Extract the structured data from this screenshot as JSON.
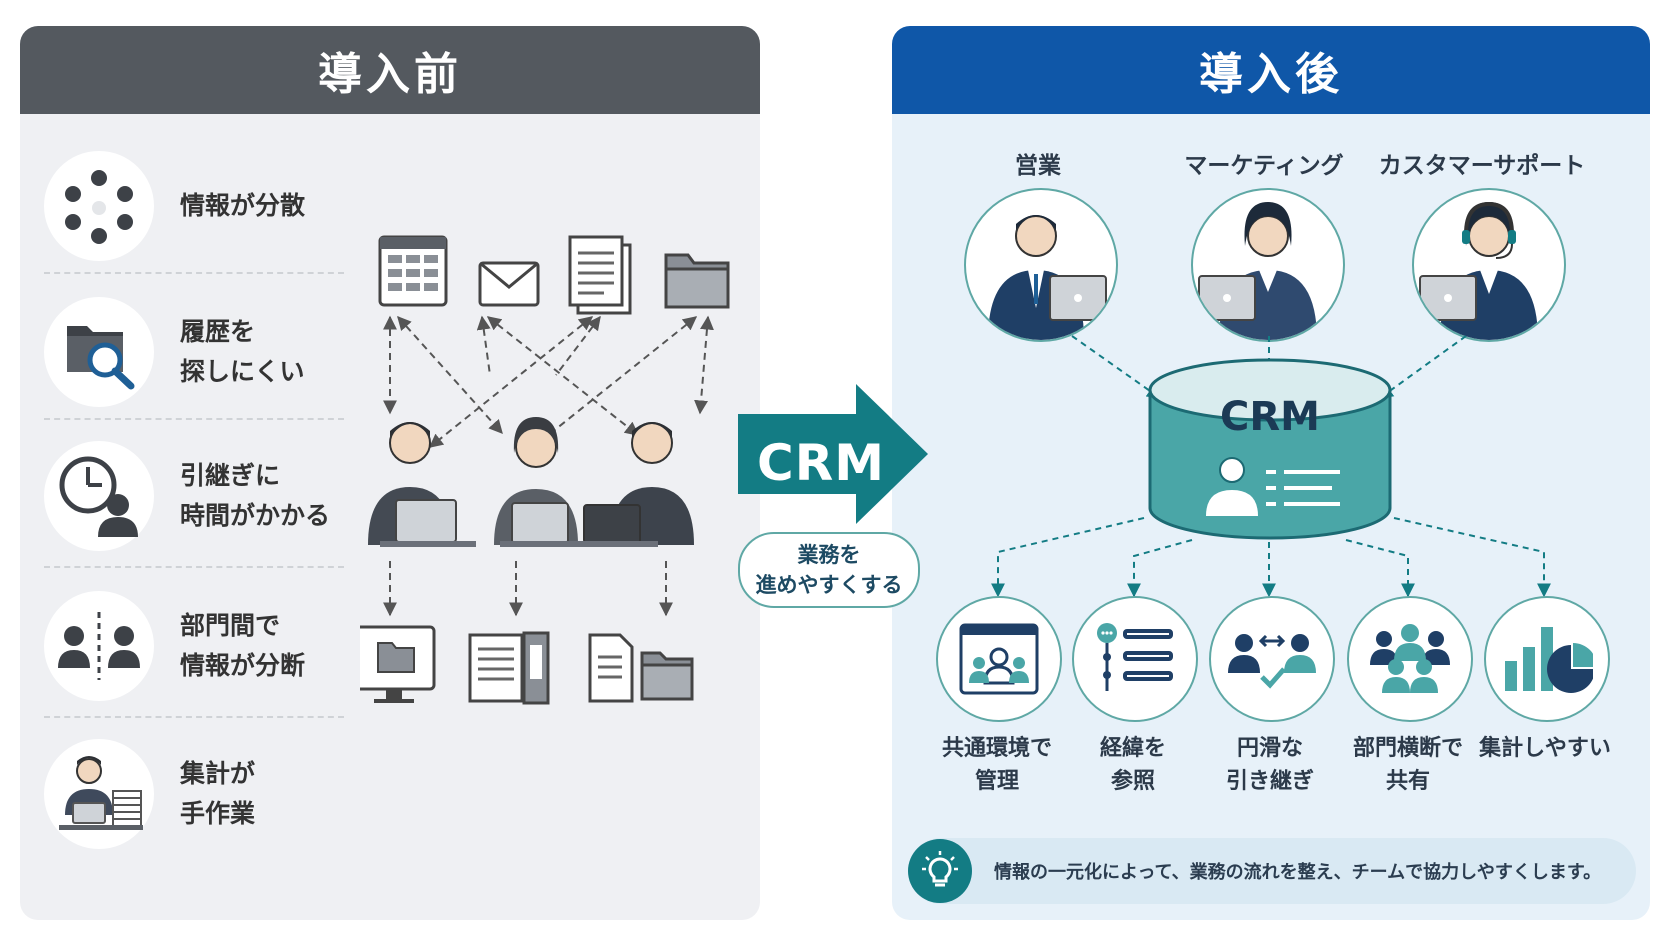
{
  "before": {
    "title": "導入前",
    "issues": [
      {
        "label": "情報が分散",
        "icon": "scattered-dots-icon"
      },
      {
        "label": "履歴を\n探しにくい",
        "icon": "folder-search-icon"
      },
      {
        "label": "引継ぎに\n時間がかかる",
        "icon": "clock-person-icon"
      },
      {
        "label": "部門間で\n情報が分断",
        "icon": "divided-people-icon"
      },
      {
        "label": "集計が\n手作業",
        "icon": "manual-paperwork-icon"
      }
    ]
  },
  "transition": {
    "arrow_label": "CRM",
    "sub_label": "業務を\n進めやすくする"
  },
  "after": {
    "title": "導入後",
    "roles": [
      "営業",
      "マーケティング",
      "カスタマーサポート"
    ],
    "crm_label": "CRM",
    "benefits": [
      {
        "label": "共通環境で\n管理",
        "icon": "shared-workspace-icon"
      },
      {
        "label": "経緯を\n参照",
        "icon": "timeline-icon"
      },
      {
        "label": "円滑な\n引き継ぎ",
        "icon": "handover-icon"
      },
      {
        "label": "部門横断で\n共有",
        "icon": "team-share-icon"
      },
      {
        "label": "集計しやすい",
        "icon": "chart-icon"
      }
    ],
    "tip": "情報の一元化によって、業務の流れを整え、チームで協力しやすくします。"
  },
  "colors": {
    "before_header": "#54595f",
    "after_header": "#0f57a8",
    "teal": "#137c84",
    "crm_body": "#4aa6a7"
  }
}
